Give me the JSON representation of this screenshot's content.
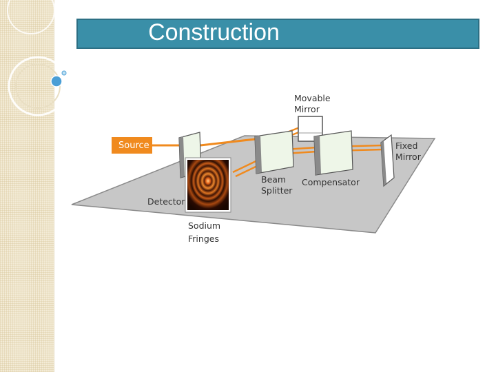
{
  "slide": {
    "title": "Construction"
  },
  "diagram": {
    "labels": {
      "source": "Source",
      "movable_mirror_1": "Movable",
      "movable_mirror_2": "Mirror",
      "fixed_mirror_1": "Fixed",
      "fixed_mirror_2": "Mirror",
      "beam_splitter_1": "Beam",
      "beam_splitter_2": "Splitter",
      "compensator": "Compensator",
      "detector": "Detector",
      "sodium_fringes_1": "Sodium",
      "sodium_fringes_2": "Fringes"
    },
    "colors": {
      "beam": "#f08a1e",
      "source_box": "#f08a1e",
      "table": "#c7c7c7",
      "title_bar": "#3a8fa8"
    }
  }
}
